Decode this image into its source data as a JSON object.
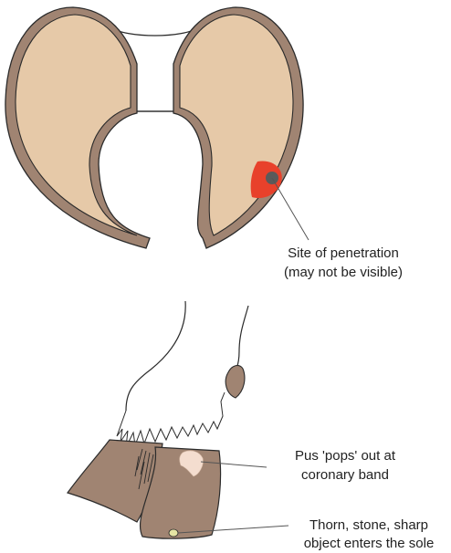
{
  "colors": {
    "hoof_wall": "#a08472",
    "hoof_inner": "#e6c9a8",
    "outline": "#2b2b2b",
    "penetration_site": "#e8412b",
    "penetration_core": "#5a5a5a",
    "pus": "#f4ddcf",
    "object": "#e6e5a4",
    "leader_line": "#555555"
  },
  "labels": {
    "site_line1": "Site of penetration",
    "site_line2": "(may not be visible)",
    "pus_line1": "Pus 'pops' out at",
    "pus_line2": "coronary band",
    "thorn_line1": "Thorn, stone, sharp",
    "thorn_line2": "object enters the sole"
  }
}
